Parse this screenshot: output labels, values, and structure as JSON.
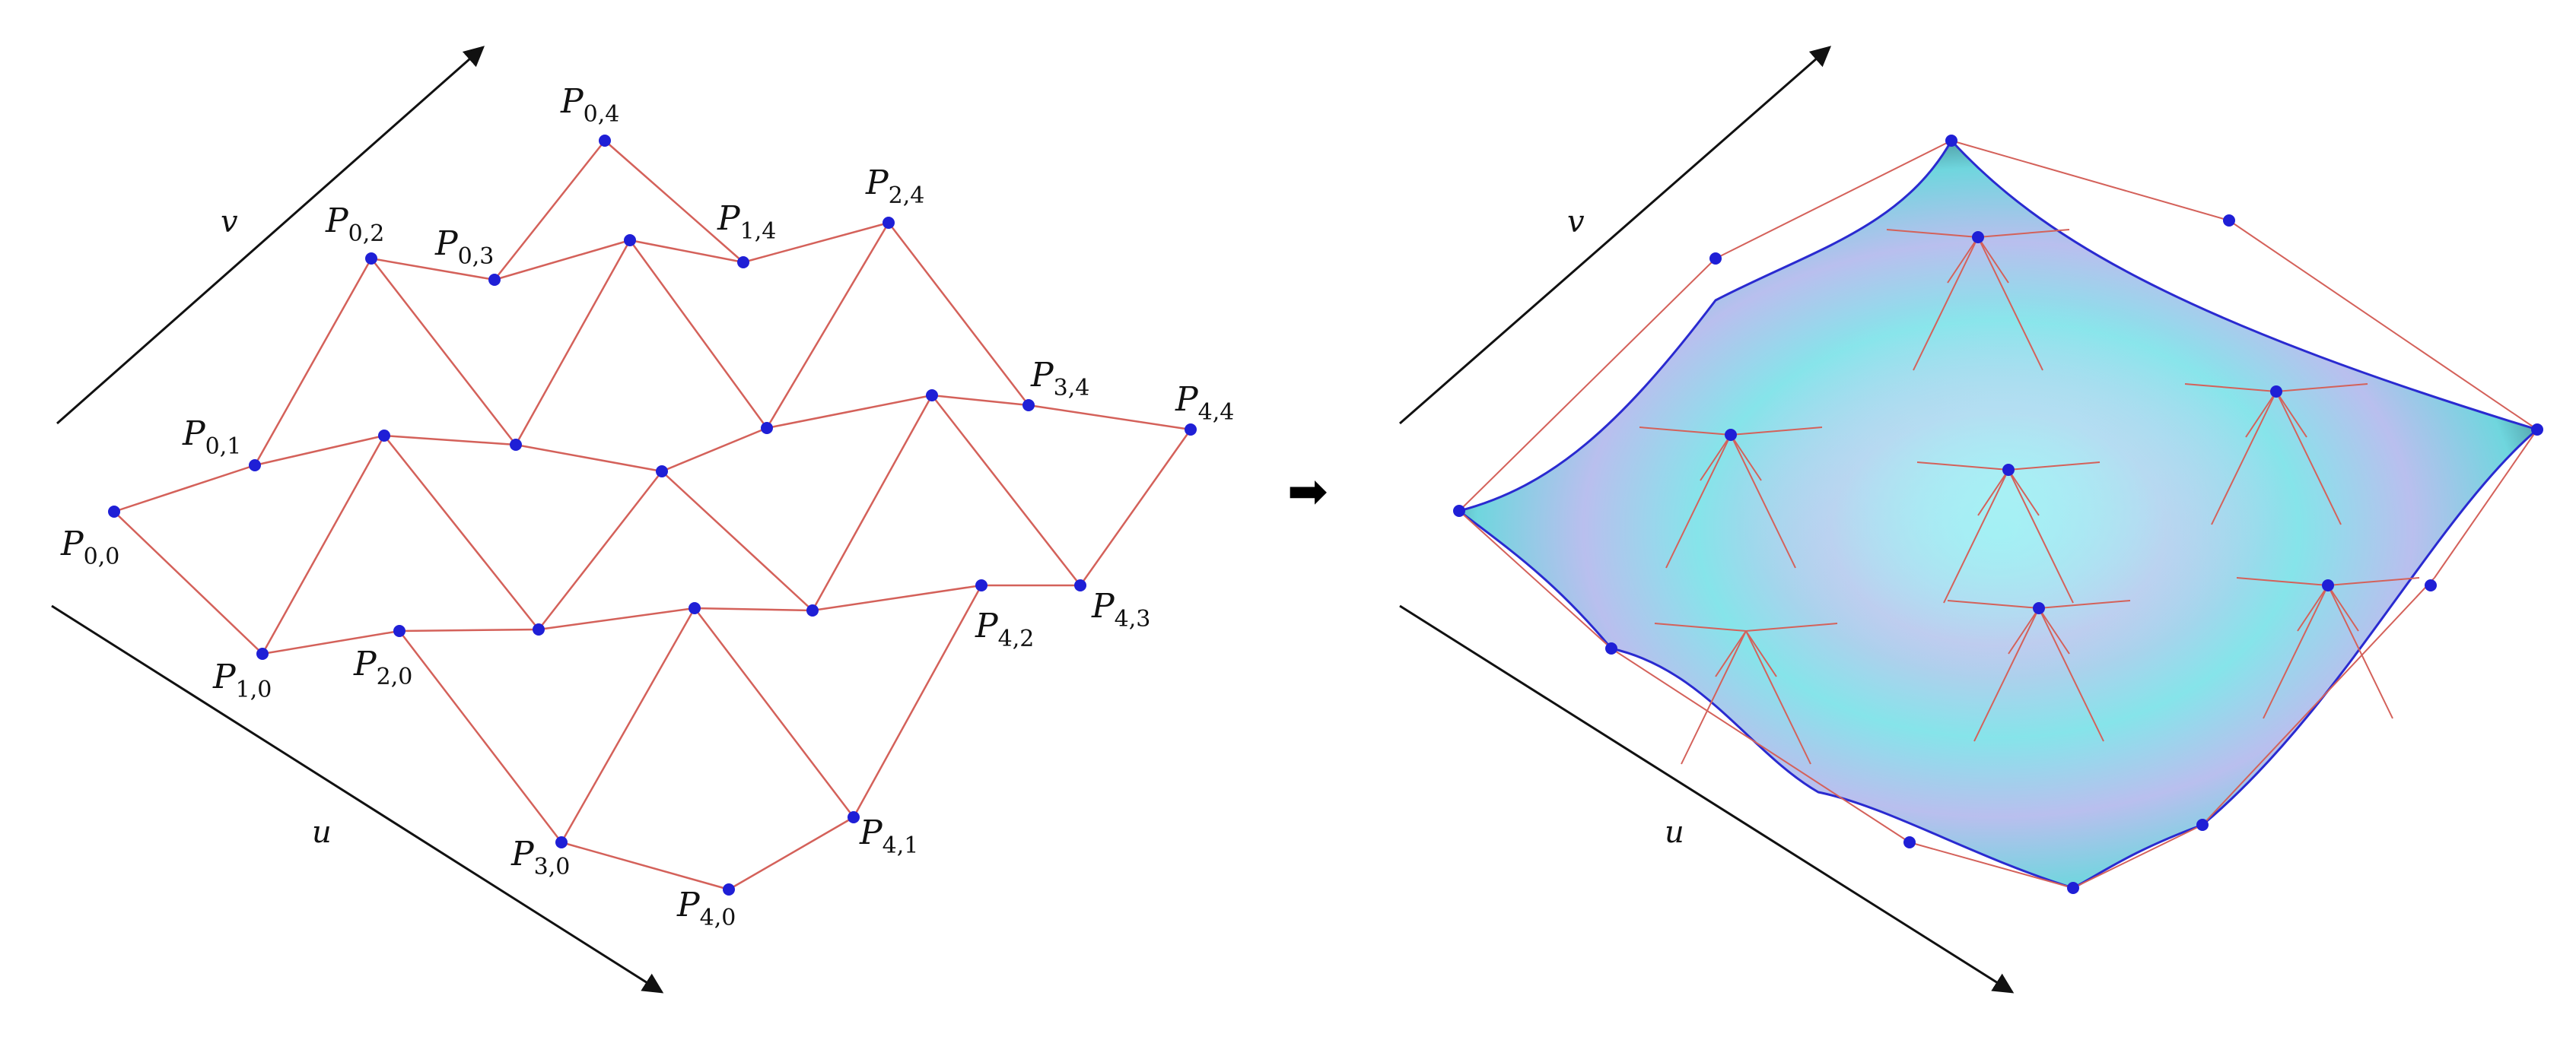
{
  "figure": {
    "left_panel": {
      "axis_v_label": "v",
      "axis_u_label": "u",
      "point_labels": {
        "P00": {
          "main": "P",
          "sub": "0,0"
        },
        "P01": {
          "main": "P",
          "sub": "0,1"
        },
        "P02": {
          "main": "P",
          "sub": "0,2"
        },
        "P03": {
          "main": "P",
          "sub": "0,3"
        },
        "P04": {
          "main": "P",
          "sub": "0,4"
        },
        "P10": {
          "main": "P",
          "sub": "1,0"
        },
        "P14": {
          "main": "P",
          "sub": "1,4"
        },
        "P20": {
          "main": "P",
          "sub": "2,0"
        },
        "P24": {
          "main": "P",
          "sub": "2,4"
        },
        "P30": {
          "main": "P",
          "sub": "3,0"
        },
        "P34": {
          "main": "P",
          "sub": "3,4"
        },
        "P40": {
          "main": "P",
          "sub": "4,0"
        },
        "P41": {
          "main": "P",
          "sub": "4,1"
        },
        "P42": {
          "main": "P",
          "sub": "4,2"
        },
        "P43": {
          "main": "P",
          "sub": "4,3"
        },
        "P44": {
          "main": "P",
          "sub": "4,4"
        }
      }
    },
    "transition_arrow": "➡",
    "right_panel": {
      "axis_v_label": "v",
      "axis_u_label": "u"
    },
    "colors": {
      "net_line": "#d4615a",
      "control_point": "#1f1fd6",
      "axis": "#111111",
      "surface_light": "#8ee6ec",
      "surface_lilac": "#c9c3ee",
      "surface_dark": "#0d1f22",
      "surface_edge": "#2a2ad0"
    }
  }
}
